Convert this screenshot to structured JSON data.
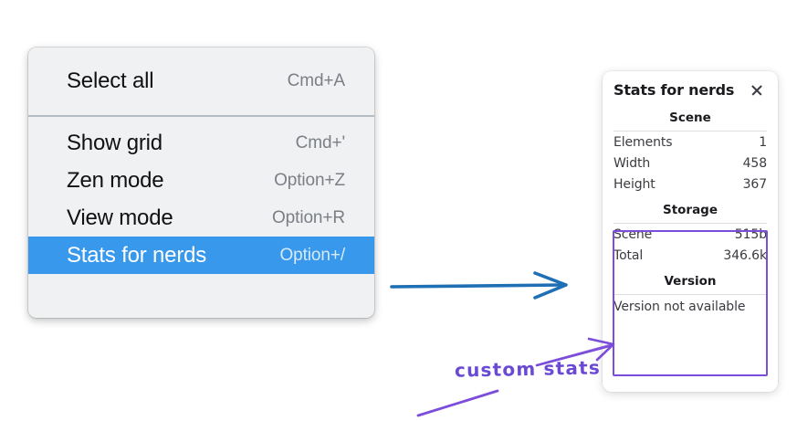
{
  "context_menu": {
    "groups": [
      {
        "items": [
          {
            "label": "Select all",
            "shortcut": "Cmd+A",
            "selected": false
          }
        ]
      },
      {
        "items": [
          {
            "label": "Show grid",
            "shortcut": "Cmd+'",
            "selected": false
          },
          {
            "label": "Zen mode",
            "shortcut": "Option+Z",
            "selected": false
          },
          {
            "label": "View mode",
            "shortcut": "Option+R",
            "selected": false
          },
          {
            "label": "Stats for nerds",
            "shortcut": "Option+/",
            "selected": true
          }
        ]
      }
    ],
    "highlight_color": "#3898ec",
    "background_color": "#f0f1f3"
  },
  "stats_panel": {
    "title": "Stats for nerds",
    "close_icon": "close-icon",
    "sections": [
      {
        "heading": "Scene",
        "rows": [
          {
            "key": "Elements",
            "value": "1"
          },
          {
            "key": "Width",
            "value": "458"
          },
          {
            "key": "Height",
            "value": "367"
          }
        ]
      },
      {
        "heading": "Storage",
        "rows": [
          {
            "key": "Scene",
            "value": "515b"
          },
          {
            "key": "Total",
            "value": "346.6k"
          }
        ]
      },
      {
        "heading": "Version",
        "single_value": "Version not available"
      }
    ]
  },
  "annotations": {
    "handwritten_note": "custom stats",
    "note_color": "#6a49d4",
    "box_color": "#7c4ddb",
    "arrow_color": "#1f6fb5"
  }
}
